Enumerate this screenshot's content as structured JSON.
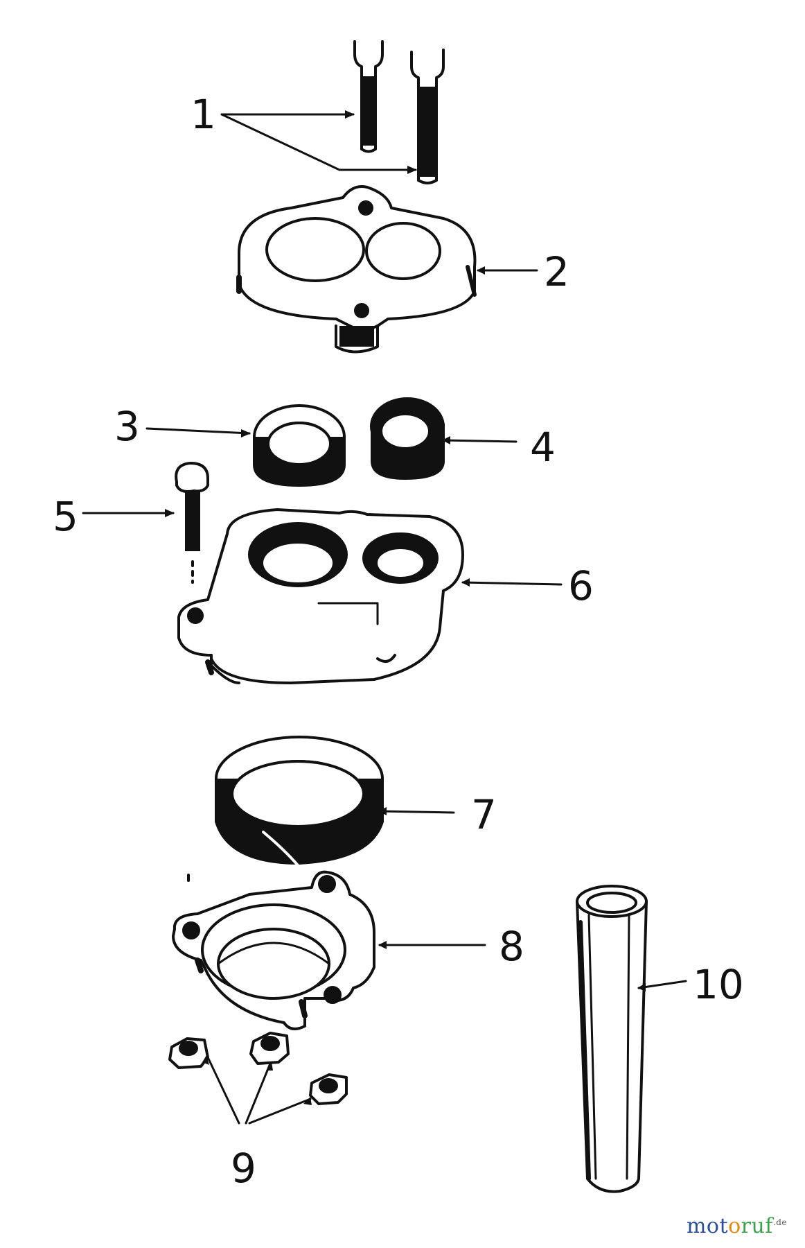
{
  "diagram": {
    "callouts": [
      {
        "id": "1",
        "label": "1"
      },
      {
        "id": "2",
        "label": "2"
      },
      {
        "id": "3",
        "label": "3"
      },
      {
        "id": "4",
        "label": "4"
      },
      {
        "id": "5",
        "label": "5"
      },
      {
        "id": "6",
        "label": "6"
      },
      {
        "id": "7",
        "label": "7"
      },
      {
        "id": "8",
        "label": "8"
      },
      {
        "id": "9",
        "label": "9"
      },
      {
        "id": "10",
        "label": "10"
      }
    ]
  },
  "watermark": {
    "text_parts": [
      "mot",
      "o",
      "ruf"
    ],
    "colors": [
      "#2a4f9b",
      "#e28a10",
      "#3aa14a"
    ],
    "suffix": ".de"
  },
  "colors": {
    "ink": "#111111",
    "paper": "#ffffff"
  }
}
